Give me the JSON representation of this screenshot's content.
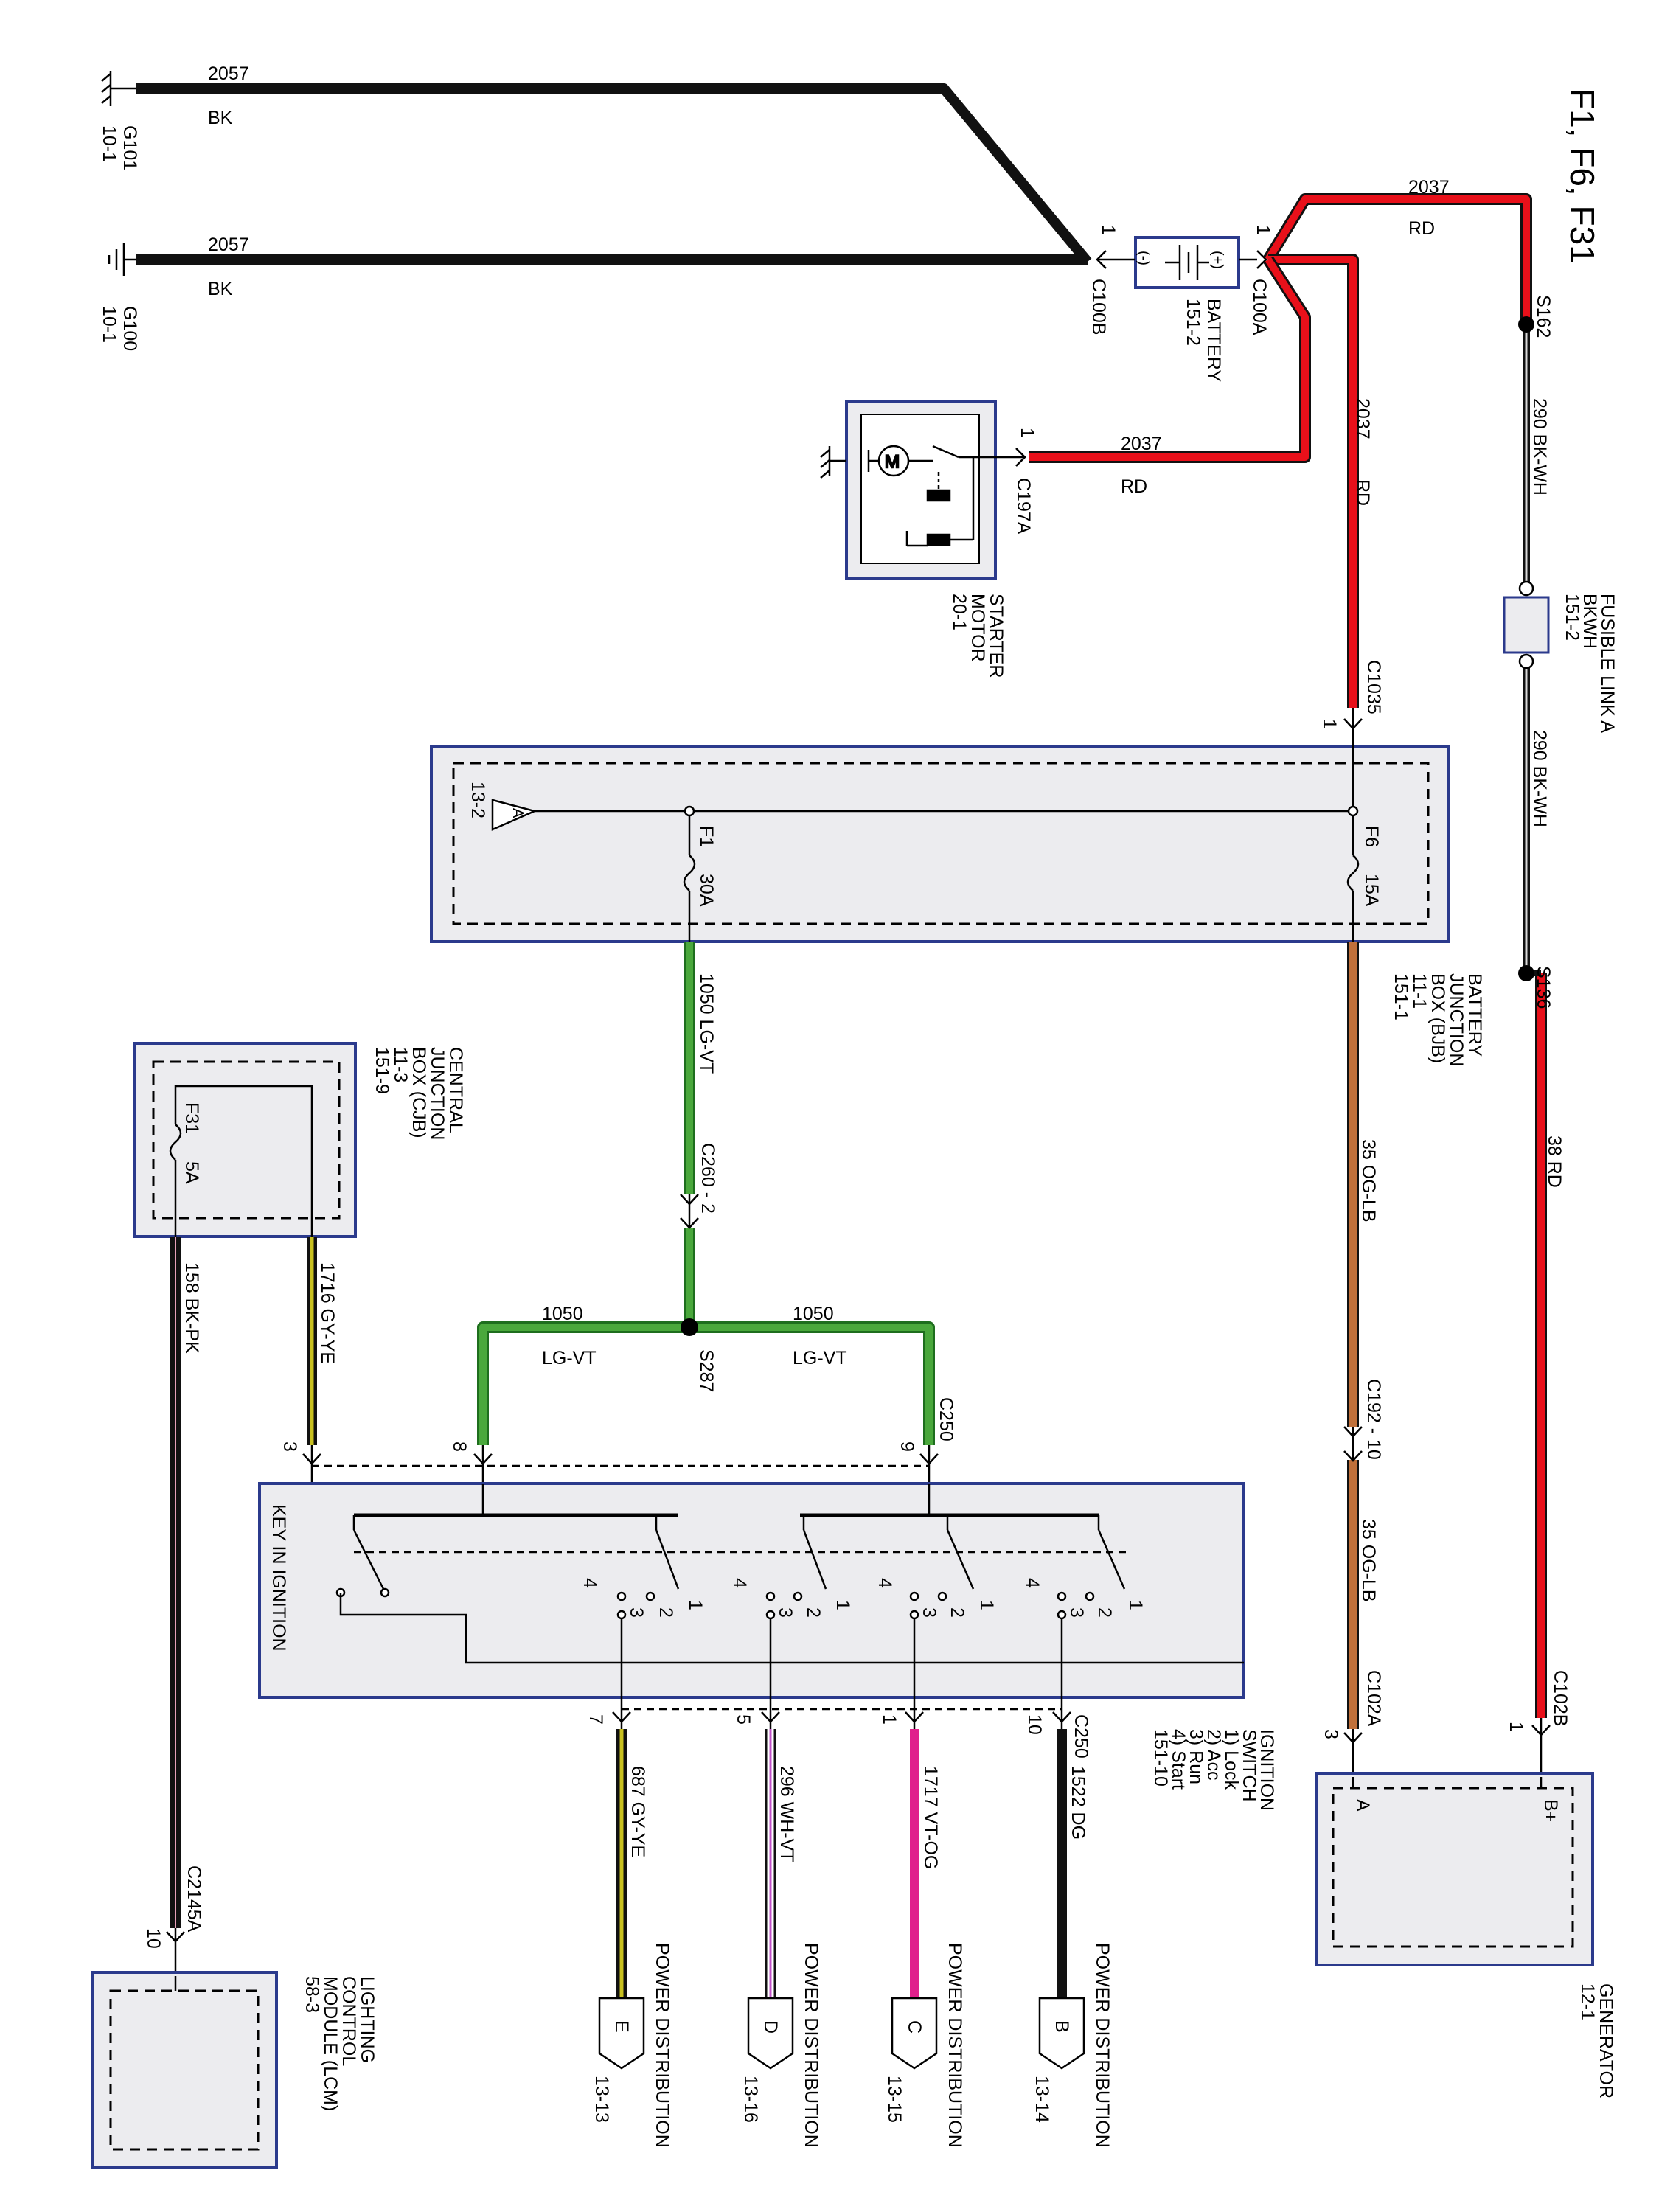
{
  "title": "F1, F6, F31",
  "colors": {
    "rd": "#e8101a",
    "bk": "#111111",
    "og_lb": "#c0703a",
    "lg_vt": "#4aa83c",
    "vt_og": "#e0208c",
    "wh_vt": "#c050c8",
    "gy_ye": "#c8c020",
    "box_border": "#2b3a8c",
    "box_fill": "#ececef"
  },
  "grounds": {
    "g101": {
      "name": "G101",
      "ref": "10-1"
    },
    "g100": {
      "name": "G100",
      "ref": "10-1"
    }
  },
  "wires": {
    "g101_num": "2057",
    "g101_color": "BK",
    "g100_num": "2057",
    "g100_color": "BK",
    "top_rd_num": "2037",
    "top_rd_color": "RD",
    "vert_rd_num": "2037",
    "vert_rd_color": "RD",
    "starter_num": "2037",
    "starter_color": "RD",
    "bkwh_upper": "290  BK-WH",
    "bkwh_lower": "290  BK-WH",
    "gen_rd": "38  RD",
    "og_upper": "35  OG-LB",
    "og_lower": "35  OG-LB",
    "lgvt_upper": "1050    LG-VT",
    "lgvt_left_num": "1050",
    "lgvt_left_color": "LG-VT",
    "lgvt_right_num": "1050",
    "lgvt_right_color": "LG-VT",
    "gyye_cjb": "1716    GY-YE",
    "bkpk_cjb": "158    BK-PK",
    "out_e": "687    GY-YE",
    "out_d": "296    WH-VT",
    "out_c": "1717    VT-OG",
    "out_b": "1522    DG"
  },
  "connectors": {
    "c100b": "C100B",
    "c100a": "C100A",
    "c197a": "C197A",
    "c1035": "C1035",
    "c260": "C260 - 2",
    "c250_top": "C250",
    "c192": "C192 - 10",
    "c102a": "C102A",
    "c102b": "C102B",
    "c250_bottom": "C250",
    "c2145a": "C2145A"
  },
  "splices": {
    "s162": "S162",
    "s136": "S136",
    "s287": "S287"
  },
  "pins": {
    "c100b": "1",
    "c100a": "1",
    "c197a": "1",
    "c1035": "1",
    "sw3": "3",
    "sw8": "8",
    "sw9": "9",
    "c102a": "3",
    "c102b": "1",
    "out7": "7",
    "out5": "5",
    "out1": "1",
    "out10": "10",
    "lcm10": "10"
  },
  "components": {
    "battery_name": "BATTERY",
    "battery_ref": "151-2",
    "batt_minus": "(-)",
    "batt_plus": "(+)",
    "starter_l1": "STARTER",
    "starter_l2": "MOTOR",
    "starter_ref": "20-1",
    "fusible_l1": "FUSIBLE LINK A",
    "fusible_l2": "BKWH",
    "fusible_ref": "151-2",
    "bjb_l1": "BATTERY",
    "bjb_l2": "JUNCTION",
    "bjb_l3": "BOX (BJB)",
    "bjb_ref1": "11-1",
    "bjb_ref2": "151-1",
    "bjb_page": "13-2",
    "bjb_tri": "A",
    "fuse_f1": "F1",
    "fuse_f1_amp": "30A",
    "fuse_f6": "F6",
    "fuse_f6_amp": "15A",
    "cjb_l1": "CENTRAL",
    "cjb_l2": "JUNCTION",
    "cjb_l3": "BOX (CJB)",
    "cjb_ref1": "11-3",
    "cjb_ref2": "151-9",
    "fuse_f31": "F31",
    "fuse_f31_amp": "5A",
    "key": "KEY IN IGNITION",
    "ign_l1": "IGNITION",
    "ign_l2": "SWITCH",
    "ign_s1": "1) Lock",
    "ign_s2": "2) Acc",
    "ign_s3": "3) Run",
    "ign_s4": "4) Start",
    "ign_ref": "151-10",
    "gen_name": "GENERATOR",
    "gen_ref": "12-1",
    "gen_a": "A",
    "gen_b": "B+",
    "lcm_l1": "LIGHTING",
    "lcm_l2": "CONTROL",
    "lcm_l3": "MODULE (LCM)",
    "lcm_ref": "58-3"
  },
  "switch_positions": [
    "4",
    "3",
    "2",
    "1"
  ],
  "power_distribution": [
    {
      "label": "POWER DISTRIBUTION",
      "letter": "E",
      "page": "13-13"
    },
    {
      "label": "POWER DISTRIBUTION",
      "letter": "D",
      "page": "13-16"
    },
    {
      "label": "POWER DISTRIBUTION",
      "letter": "C",
      "page": "13-15"
    },
    {
      "label": "POWER DISTRIBUTION",
      "letter": "B",
      "page": "13-14"
    }
  ]
}
